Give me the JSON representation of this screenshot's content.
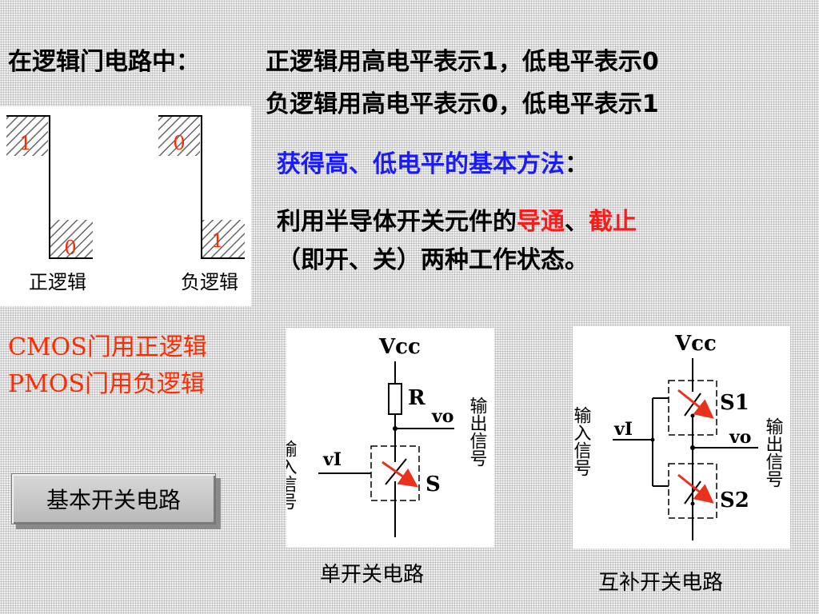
{
  "intro": {
    "label": "在逻辑门电路中：",
    "line1": "正逻辑用高电平表示1，低电平表示0",
    "line2": "负逻辑用高电平表示0，低电平表示1"
  },
  "method": {
    "heading": "获得高、低电平的基本方法",
    "heading_colon": "：",
    "desc_prefix": "利用半导体开关元件的",
    "desc_on": "导通",
    "desc_sep": "、",
    "desc_off": "截止",
    "desc_line2": "（即开、关）两种工作状态。"
  },
  "logic_fig": {
    "positive": {
      "high": "1",
      "low": "0",
      "caption": "正逻辑"
    },
    "negative": {
      "high": "0",
      "low": "1",
      "caption": "负逻辑"
    }
  },
  "notes": {
    "cmos": "CMOS门用正逻辑",
    "pmos": "PMOS门用负逻辑"
  },
  "button": {
    "label": "基本开关电路"
  },
  "single_circuit": {
    "vcc": "Vcc",
    "resistor": "R",
    "vo": "vo",
    "vi": "vI",
    "switch": "S",
    "input_label": "输入信号",
    "output_label": "输出信号",
    "caption": "单开关电路"
  },
  "complementary_circuit": {
    "vcc": "Vcc",
    "vo": "vo",
    "vi": "vI",
    "s1": "S1",
    "s2": "S2",
    "input_label": "输入信号",
    "output_label": "输出信号",
    "caption": "互补开关电路"
  },
  "colors": {
    "accent_red": "#ff2a00",
    "heading_blue": "#1a1aff",
    "arrow_red": "#e8321e"
  }
}
